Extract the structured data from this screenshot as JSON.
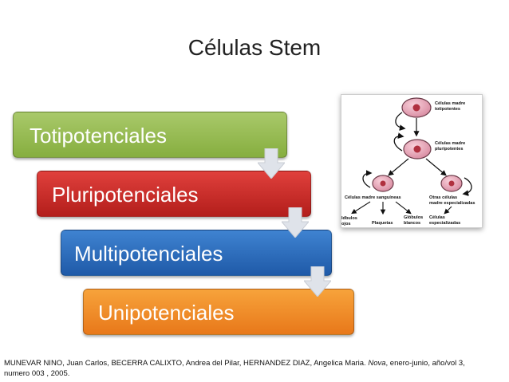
{
  "slide": {
    "title": "Células Stem",
    "levels": [
      {
        "label": "Totipotenciales",
        "color": "#9bbb59"
      },
      {
        "label": "Pluripotenciales",
        "color": "#c0282a"
      },
      {
        "label": "Multipotenciales",
        "color": "#2e6fc0"
      },
      {
        "label": "Unipotenciales",
        "color": "#f28c28"
      }
    ],
    "diagram": {
      "labels": {
        "totipotent": [
          "Células madre",
          "totipotentes"
        ],
        "pluripotent": [
          "Células madre",
          "pluripotentes"
        ],
        "blood": "Células madre sanguíneas",
        "other": [
          "Otras células",
          "madre especializadas"
        ],
        "red": "ldbulos",
        "red2": "ojos",
        "platelets": "Plaquetas",
        "white": [
          "Glóbulos",
          "blancos"
        ],
        "specialized": [
          "Células",
          "especializadas"
        ]
      }
    },
    "citation": {
      "authors": "MUNEVAR NINO, Juan Carlos, BECERRA CALIXTO, Andrea del Pilar, HERNANDEZ DIAZ, Angelica Maria. ",
      "journal": "Nova",
      "rest": ", enero-junio, año/vol 3, numero 003 , 2005."
    }
  }
}
